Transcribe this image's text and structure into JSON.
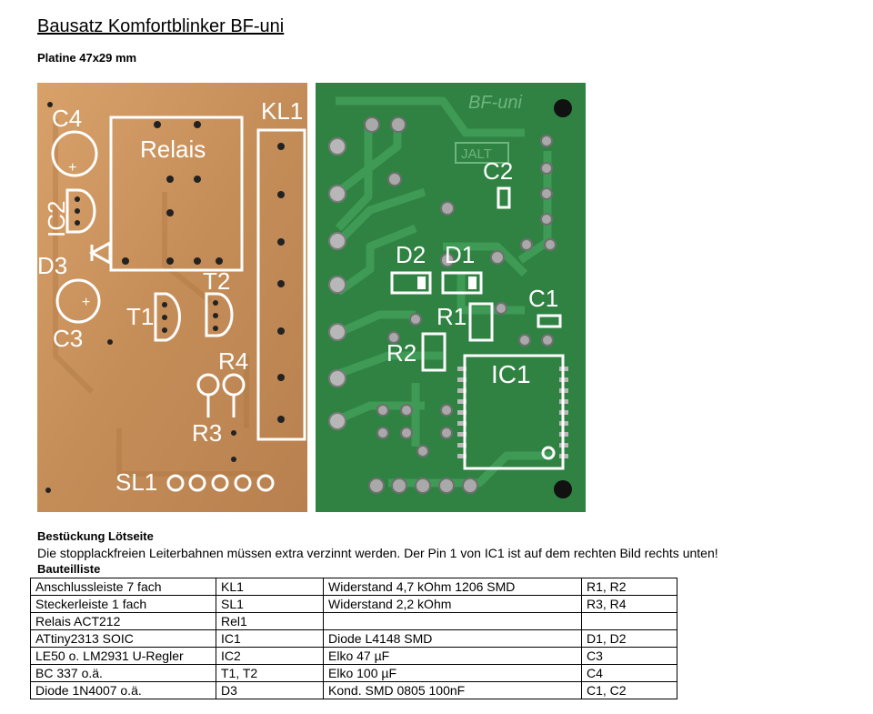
{
  "title": "Bausatz  Komfortblinker BF-uni",
  "subtitle": "Platine 47x29 mm",
  "left_board": {
    "labels": {
      "c4": "C4",
      "relais": "Relais",
      "kl1": "KL1",
      "ic2": "IC2",
      "d3": "D3",
      "t1": "T1",
      "t2": "T2",
      "c3": "C3",
      "r4": "R4",
      "r3": "R3",
      "sl1": "SL1"
    }
  },
  "right_board": {
    "labels": {
      "bf_uni": "BF-uni",
      "jalt": "JALT",
      "c2": "C2",
      "d2": "D2",
      "d1": "D1",
      "c1": "C1",
      "r1": "R1",
      "r2": "R2",
      "ic1": "IC1"
    }
  },
  "assembly": {
    "heading": "Bestückung Lötseite",
    "note": "Die stopplackfreien Leiterbahnen müssen extra verzinnt werden. Der Pin 1 von IC1 ist auf dem rechten Bild rechts unten!"
  },
  "parts_list": {
    "heading": "Bauteilliste",
    "rows": [
      [
        "Anschlussleiste 7 fach",
        "KL1",
        "Widerstand 4,7 kOhm 1206 SMD",
        "R1, R2"
      ],
      [
        "Steckerleiste 1 fach",
        "SL1",
        "Widerstand 2,2 kOhm",
        "R3, R4"
      ],
      [
        "Relais ACT212",
        "Rel1",
        "",
        ""
      ],
      [
        "ATtiny2313 SOIC",
        "IC1",
        "Diode L4148 SMD",
        "D1, D2"
      ],
      [
        "LE50 o. LM2931 U-Regler",
        "IC2",
        "Elko 47 µF",
        "C3"
      ],
      [
        "BC 337 o.ä.",
        "T1, T2",
        "Elko 100 µF",
        "C4"
      ],
      [
        "Diode 1N4007 o.ä.",
        "D3",
        "Kond. SMD 0805 100nF",
        "C1, C2"
      ]
    ]
  },
  "colors": {
    "copper_board": "#c79563",
    "green_board": "#2e8142",
    "silkscreen": "#ffffff"
  }
}
